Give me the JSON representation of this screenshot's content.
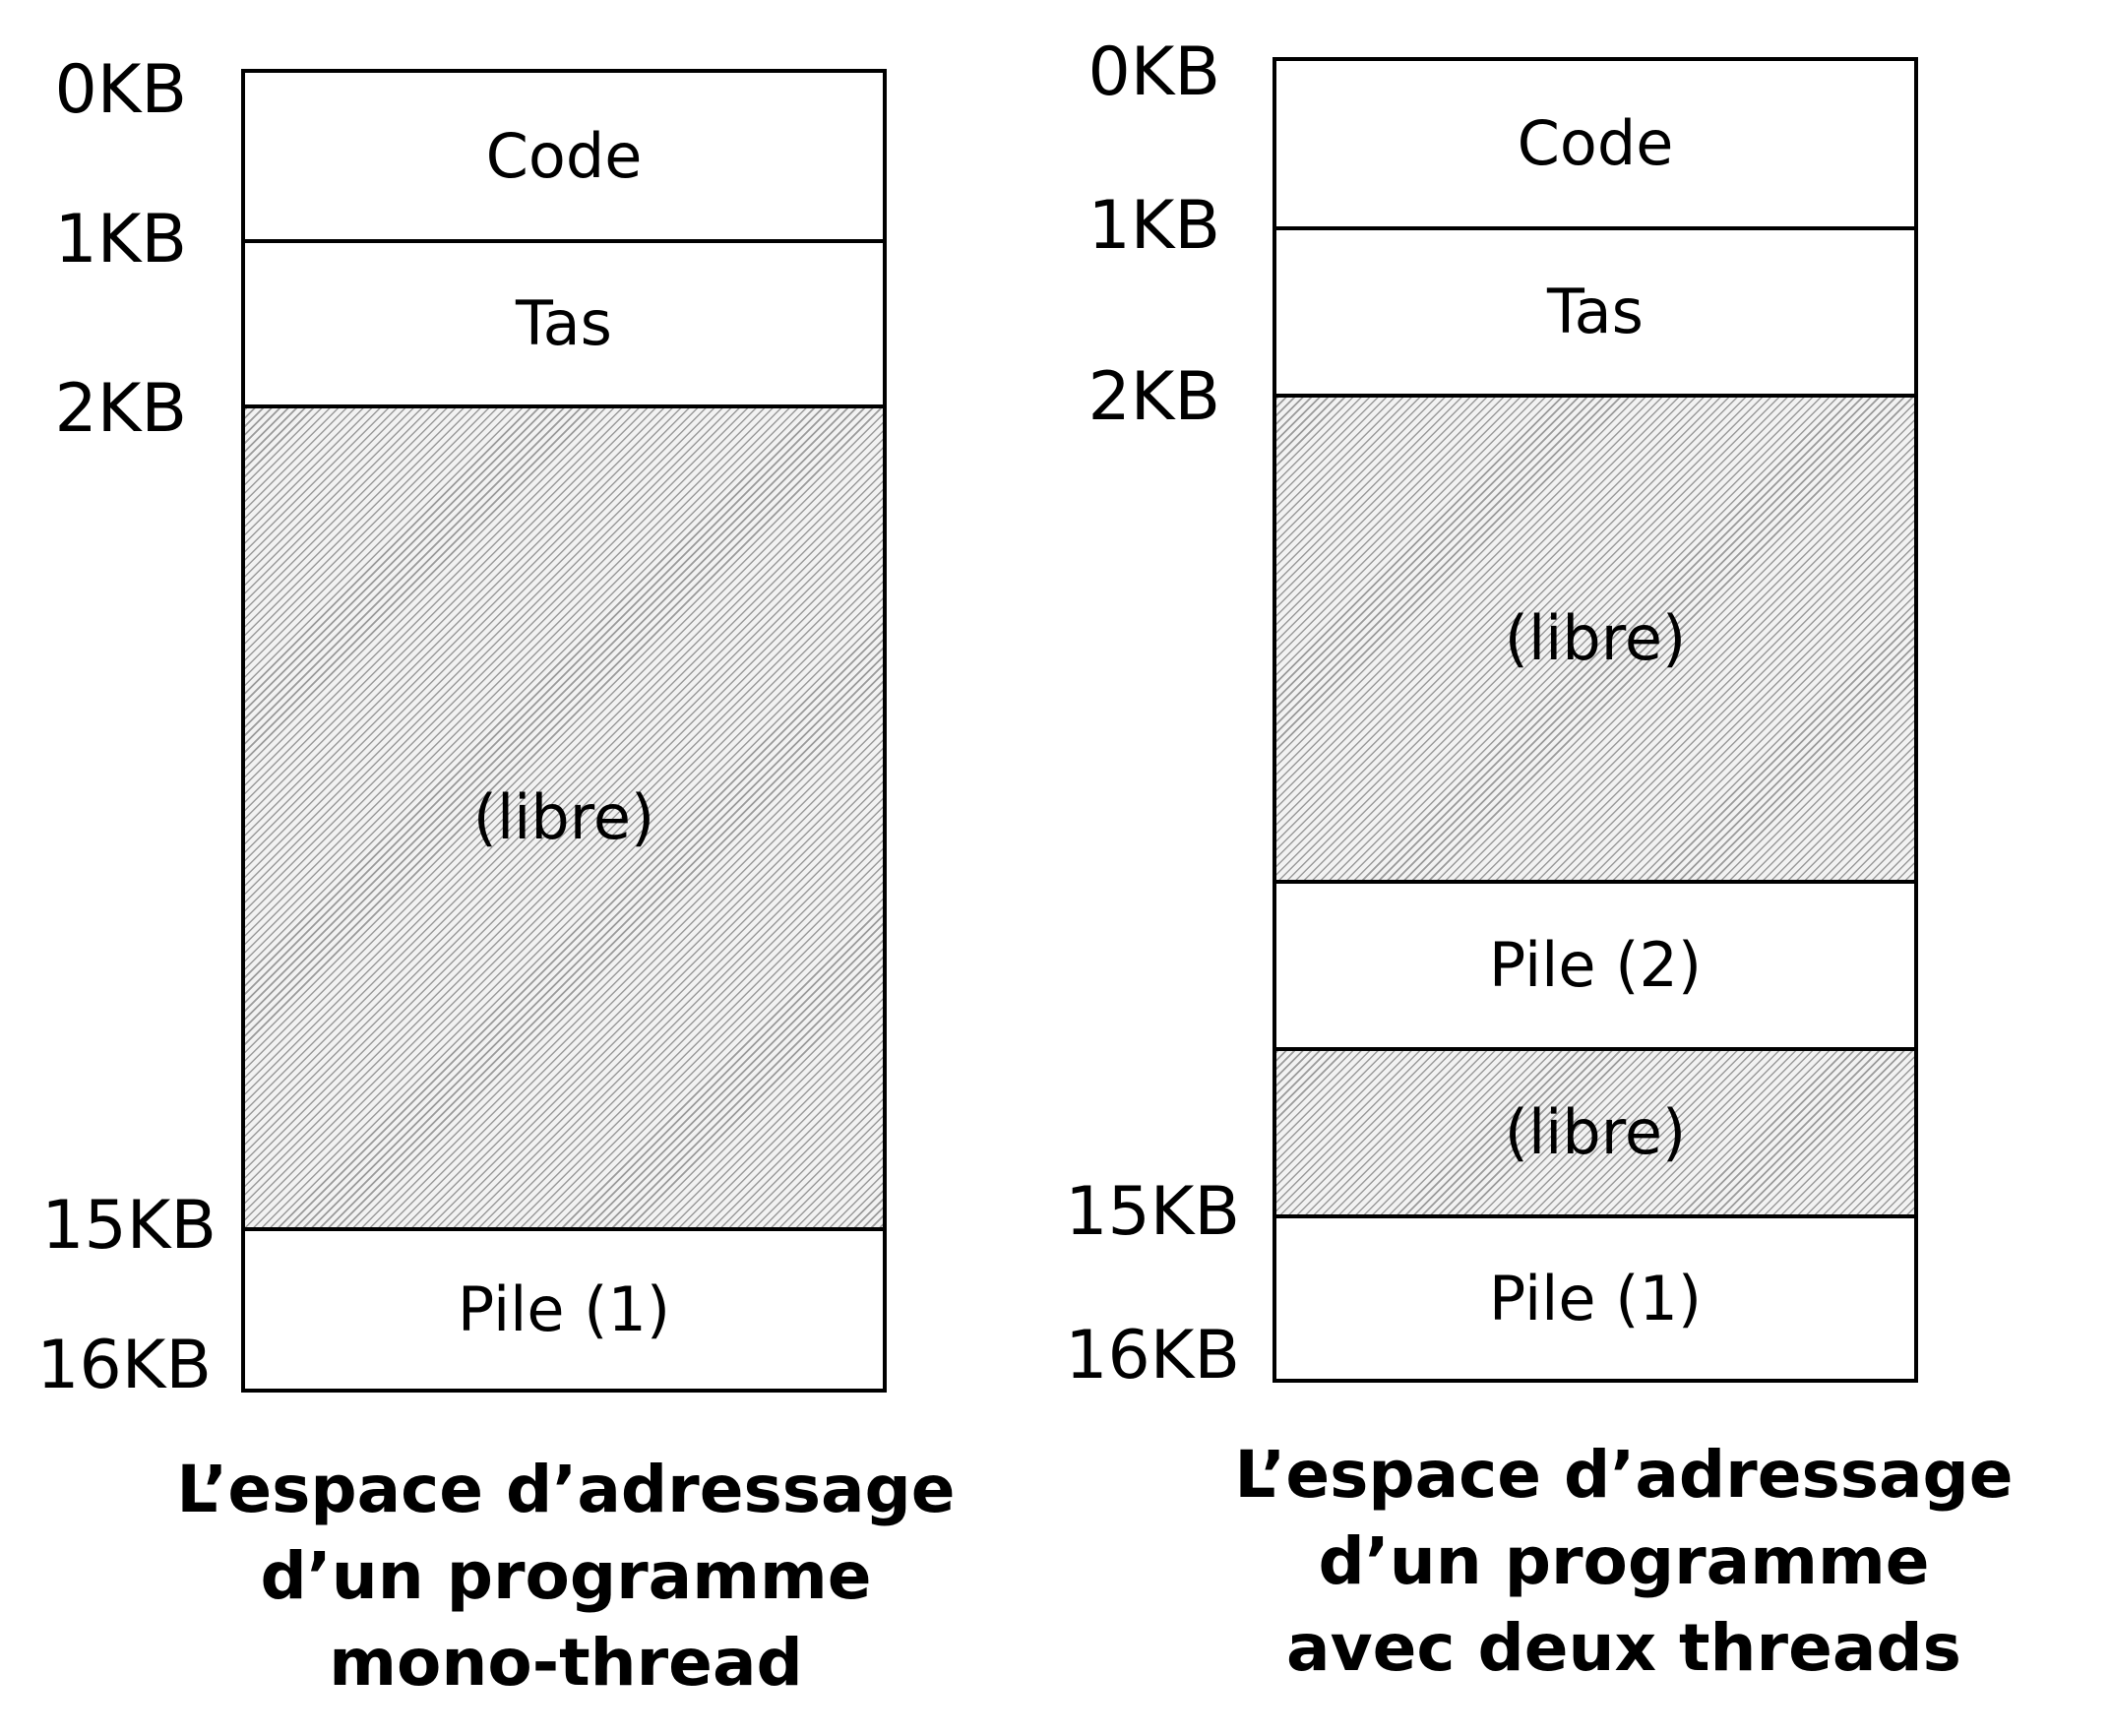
{
  "left_diagram": {
    "addresses": [
      "0KB",
      "1KB",
      "2KB",
      "15KB",
      "16KB"
    ],
    "segments": [
      {
        "label": "Code",
        "free": false
      },
      {
        "label": "Tas",
        "free": false
      },
      {
        "label": "(libre)",
        "free": true
      },
      {
        "label": "Pile (1)",
        "free": false
      }
    ],
    "caption": [
      "L’espace d’adressage",
      "d’un programme",
      "mono-thread"
    ]
  },
  "right_diagram": {
    "addresses": [
      "0KB",
      "1KB",
      "2KB",
      "15KB",
      "16KB"
    ],
    "segments": [
      {
        "label": "Code",
        "free": false
      },
      {
        "label": "Tas",
        "free": false
      },
      {
        "label": "(libre)",
        "free": true
      },
      {
        "label": "Pile (2)",
        "free": false
      },
      {
        "label": "(libre)",
        "free": true
      },
      {
        "label": "Pile (1)",
        "free": false
      }
    ],
    "caption": [
      "L’espace d’adressage",
      "d’un programme",
      "avec deux threads"
    ]
  }
}
